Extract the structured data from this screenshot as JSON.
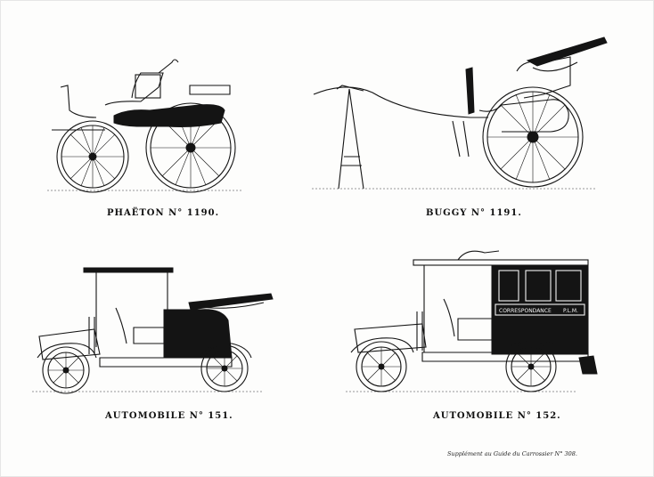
{
  "plates": [
    {
      "label": "PHAËTON",
      "number": "N° 1190."
    },
    {
      "label": "BUGGY",
      "number": "N° 1191."
    },
    {
      "label": "AUTOMOBILE",
      "number": "N° 151."
    },
    {
      "label": "AUTOMOBILE",
      "number": "N° 152."
    }
  ],
  "bus_sign": {
    "left": "CORRESPONDANCE",
    "right": "P.L.M."
  },
  "footer": "Supplément au Guide du Carrossier N° 308."
}
